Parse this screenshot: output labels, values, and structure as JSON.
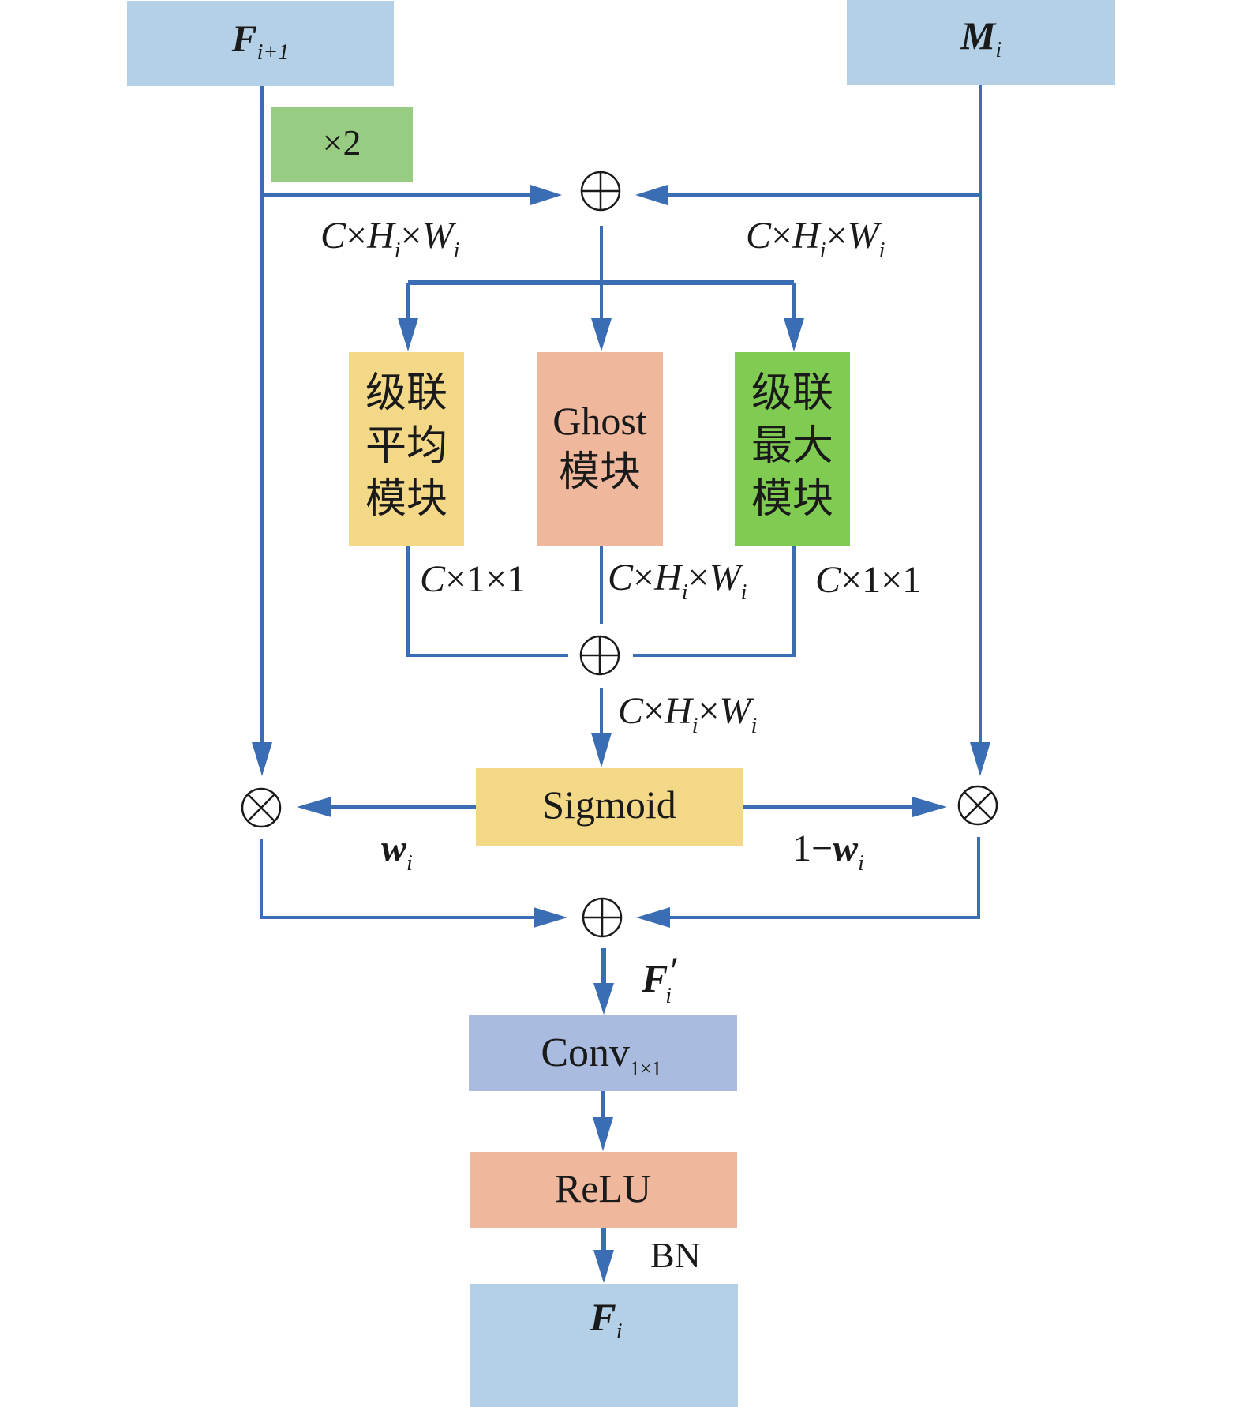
{
  "diagram": {
    "inputs": {
      "f_next": {
        "main": "F",
        "sub": "i+1"
      },
      "m_i": {
        "main": "M",
        "sub": "i"
      }
    },
    "upsample": {
      "label": "×2"
    },
    "dims": {
      "left_in": {
        "c": "C",
        "x1": "×",
        "h": "H",
        "hs": "i",
        "x2": "×",
        "w": "W",
        "ws": "i"
      },
      "right_in": {
        "c": "C",
        "x1": "×",
        "h": "H",
        "hs": "i",
        "x2": "×",
        "w": "W",
        "ws": "i"
      },
      "avg_out": {
        "c": "C",
        "rest": "×1×1"
      },
      "ghost_out": {
        "c": "C",
        "x1": "×",
        "h": "H",
        "hs": "i",
        "x2": "×",
        "w": "W",
        "ws": "i"
      },
      "max_out": {
        "c": "C",
        "rest": "×1×1"
      },
      "sum_out": {
        "c": "C",
        "x1": "×",
        "h": "H",
        "hs": "i",
        "x2": "×",
        "w": "W",
        "ws": "i"
      }
    },
    "modules": {
      "avg": {
        "lines": [
          "级联",
          "平均",
          "模块"
        ]
      },
      "ghost": {
        "lines": [
          "Ghost",
          "模块"
        ]
      },
      "max": {
        "lines": [
          "级联",
          "最大",
          "模块"
        ]
      }
    },
    "sigmoid": {
      "label": "Sigmoid"
    },
    "weights": {
      "left": {
        "main": "w",
        "sub": "i"
      },
      "right": {
        "prefix": "1−",
        "main": "w",
        "sub": "i"
      }
    },
    "fused": {
      "main": "F",
      "prime": "′",
      "sub": "i"
    },
    "conv": {
      "label": "Conv",
      "sub": "1×1"
    },
    "relu": {
      "label": "ReLU"
    },
    "bn": {
      "label": "BN"
    },
    "output": {
      "main": "F",
      "sub": "i"
    },
    "operators": {
      "add": "plus-circle",
      "multiply": "times-circle"
    },
    "colors": {
      "wire": "#3b6db5",
      "input_box": "#b3d0e6",
      "upsample_box": "#98cc82",
      "avg_box": "#f3d888",
      "ghost_box": "#efb79b",
      "max_box": "#80cc52",
      "sigmoid_box": "#f3d888",
      "conv_box": "#a9bce0",
      "relu_box": "#efb79b",
      "output_box": "#b3d0e6"
    }
  }
}
